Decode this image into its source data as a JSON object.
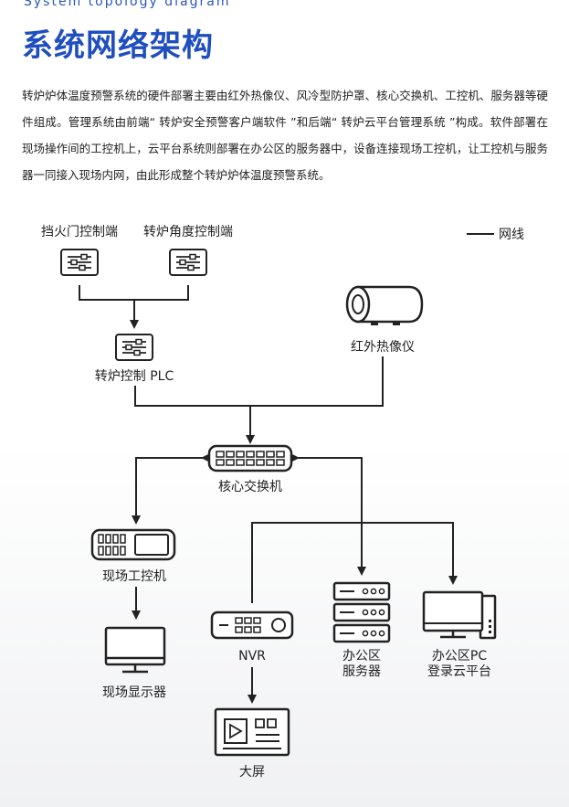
{
  "header": {
    "eyebrow": "System topology diagram",
    "title": "系统网络架构"
  },
  "intro": "转炉炉体温度预警系统的硬件部署主要由红外热像仪、风冷型防护罩、核心交换机、工控机、服务器等硬件组成。管理系统由前端“ 转炉安全预警客户端软件 ”和后端“ 转炉云平台管理系统 ”构成。软件部署在现场操作间的工控机上，云平台系统则部署在办公区的服务器中，设备连接现场工控机，让工控机与服务器一同接入现场内网，由此形成整个转炉炉体温度预警系统。",
  "legend": {
    "label": "网线"
  },
  "nodes": {
    "fire_door": "挡火门控制端",
    "converter_angle": "转炉角度控制端",
    "converter_plc": "转炉控制 PLC",
    "thermal_camera": "红外热像仪",
    "core_switch": "核心交换机",
    "field_ipc": "现场工控机",
    "field_monitor": "现场显示器",
    "nvr": "NVR",
    "office_server_line1": "办公区",
    "office_server_line2": "服务器",
    "office_pc_line1": "办公区PC",
    "office_pc_line2": "登录云平台",
    "big_screen": "大屏"
  },
  "colors": {
    "accent": "#1f4fbf",
    "line": "#222222"
  }
}
